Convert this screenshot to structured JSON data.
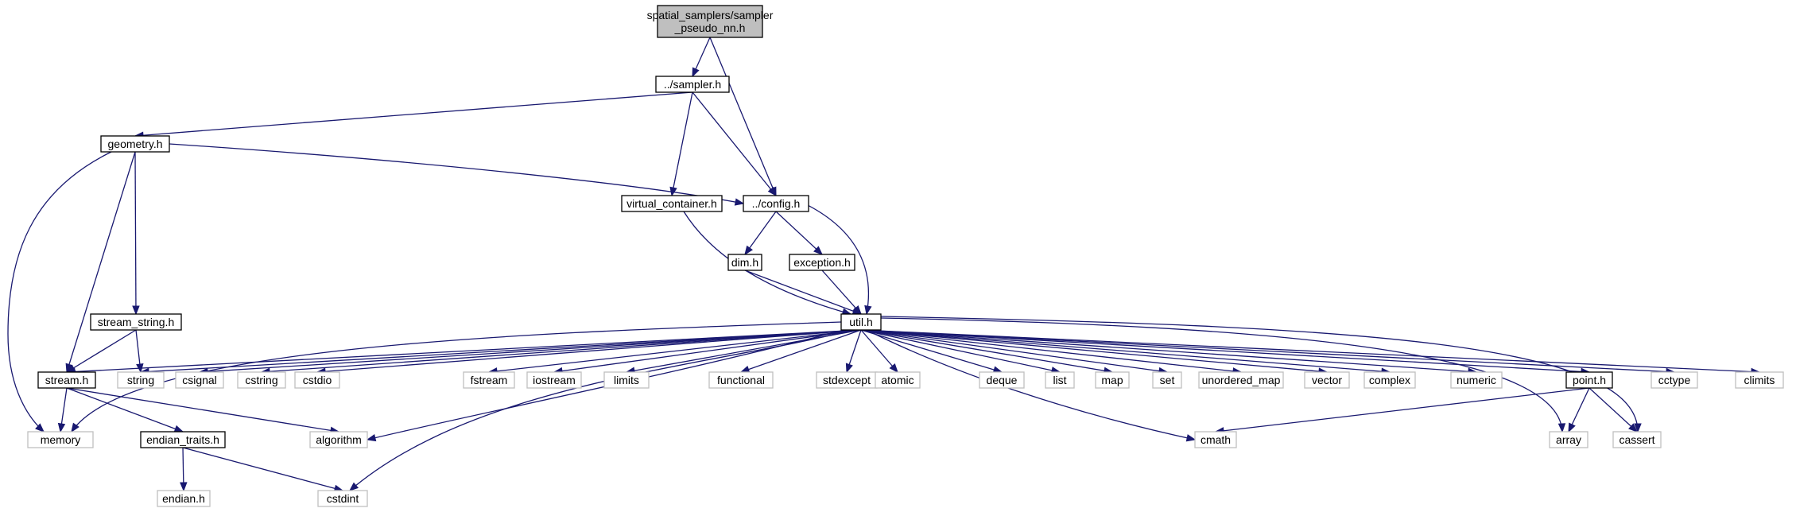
{
  "diagram": {
    "nodes": [
      {
        "id": "root",
        "kind": "root",
        "lines": [
          "spatial_samplers/sampler",
          "_pseudo_nn.h"
        ]
      },
      {
        "id": "sampler",
        "kind": "local",
        "lines": [
          "../sampler.h"
        ]
      },
      {
        "id": "geometry",
        "kind": "local",
        "lines": [
          "geometry.h"
        ]
      },
      {
        "id": "virtual_container",
        "kind": "local",
        "lines": [
          "virtual_container.h"
        ]
      },
      {
        "id": "config",
        "kind": "local",
        "lines": [
          "../config.h"
        ]
      },
      {
        "id": "dim",
        "kind": "local",
        "lines": [
          "dim.h"
        ]
      },
      {
        "id": "exception",
        "kind": "local",
        "lines": [
          "exception.h"
        ]
      },
      {
        "id": "util",
        "kind": "local",
        "lines": [
          "util.h"
        ]
      },
      {
        "id": "stream_string",
        "kind": "local",
        "lines": [
          "stream_string.h"
        ]
      },
      {
        "id": "stream",
        "kind": "local",
        "lines": [
          "stream.h"
        ]
      },
      {
        "id": "string",
        "kind": "system",
        "lines": [
          "string"
        ]
      },
      {
        "id": "csignal",
        "kind": "system",
        "lines": [
          "csignal"
        ]
      },
      {
        "id": "cstring",
        "kind": "system",
        "lines": [
          "cstring"
        ]
      },
      {
        "id": "cstdio",
        "kind": "system",
        "lines": [
          "cstdio"
        ]
      },
      {
        "id": "fstream",
        "kind": "system",
        "lines": [
          "fstream"
        ]
      },
      {
        "id": "iostream",
        "kind": "system",
        "lines": [
          "iostream"
        ]
      },
      {
        "id": "limits",
        "kind": "system",
        "lines": [
          "limits"
        ]
      },
      {
        "id": "functional",
        "kind": "system",
        "lines": [
          "functional"
        ]
      },
      {
        "id": "stdexcept",
        "kind": "system",
        "lines": [
          "stdexcept"
        ]
      },
      {
        "id": "atomic",
        "kind": "system",
        "lines": [
          "atomic"
        ]
      },
      {
        "id": "deque",
        "kind": "system",
        "lines": [
          "deque"
        ]
      },
      {
        "id": "list",
        "kind": "system",
        "lines": [
          "list"
        ]
      },
      {
        "id": "map",
        "kind": "system",
        "lines": [
          "map"
        ]
      },
      {
        "id": "set",
        "kind": "system",
        "lines": [
          "set"
        ]
      },
      {
        "id": "unordered_map",
        "kind": "system",
        "lines": [
          "unordered_map"
        ]
      },
      {
        "id": "vector",
        "kind": "system",
        "lines": [
          "vector"
        ]
      },
      {
        "id": "complex",
        "kind": "system",
        "lines": [
          "complex"
        ]
      },
      {
        "id": "numeric",
        "kind": "system",
        "lines": [
          "numeric"
        ]
      },
      {
        "id": "point",
        "kind": "local",
        "lines": [
          "point.h"
        ]
      },
      {
        "id": "cctype",
        "kind": "system",
        "lines": [
          "cctype"
        ]
      },
      {
        "id": "climits",
        "kind": "system",
        "lines": [
          "climits"
        ]
      },
      {
        "id": "memory",
        "kind": "system",
        "lines": [
          "memory"
        ]
      },
      {
        "id": "algorithm",
        "kind": "system",
        "lines": [
          "algorithm"
        ]
      },
      {
        "id": "endian_traits",
        "kind": "local",
        "lines": [
          "endian_traits.h"
        ]
      },
      {
        "id": "endian",
        "kind": "system",
        "lines": [
          "endian.h"
        ]
      },
      {
        "id": "cstdint",
        "kind": "system",
        "lines": [
          "cstdint"
        ]
      },
      {
        "id": "cmath",
        "kind": "system",
        "lines": [
          "cmath"
        ]
      },
      {
        "id": "array",
        "kind": "system",
        "lines": [
          "array"
        ]
      },
      {
        "id": "cassert",
        "kind": "system",
        "lines": [
          "cassert"
        ]
      }
    ],
    "edges": [
      [
        "root",
        "sampler"
      ],
      [
        "root",
        "config"
      ],
      [
        "sampler",
        "geometry"
      ],
      [
        "sampler",
        "virtual_container"
      ],
      [
        "sampler",
        "config"
      ],
      [
        "geometry",
        "config"
      ],
      [
        "geometry",
        "memory"
      ],
      [
        "geometry",
        "stream"
      ],
      [
        "geometry",
        "stream_string"
      ],
      [
        "virtual_container",
        "util"
      ],
      [
        "config",
        "dim"
      ],
      [
        "config",
        "exception"
      ],
      [
        "config",
        "util"
      ],
      [
        "dim",
        "util"
      ],
      [
        "exception",
        "util"
      ],
      [
        "stream_string",
        "stream"
      ],
      [
        "stream_string",
        "string"
      ],
      [
        "stream",
        "memory"
      ],
      [
        "stream",
        "algorithm"
      ],
      [
        "stream",
        "endian_traits"
      ],
      [
        "endian_traits",
        "endian"
      ],
      [
        "endian_traits",
        "cstdint"
      ],
      [
        "util",
        "stream"
      ],
      [
        "util",
        "string"
      ],
      [
        "util",
        "csignal"
      ],
      [
        "util",
        "cstring"
      ],
      [
        "util",
        "cstdio"
      ],
      [
        "util",
        "fstream"
      ],
      [
        "util",
        "iostream"
      ],
      [
        "util",
        "limits"
      ],
      [
        "util",
        "functional"
      ],
      [
        "util",
        "stdexcept"
      ],
      [
        "util",
        "atomic"
      ],
      [
        "util",
        "deque"
      ],
      [
        "util",
        "list"
      ],
      [
        "util",
        "map"
      ],
      [
        "util",
        "set"
      ],
      [
        "util",
        "unordered_map"
      ],
      [
        "util",
        "vector"
      ],
      [
        "util",
        "complex"
      ],
      [
        "util",
        "numeric"
      ],
      [
        "util",
        "point"
      ],
      [
        "util",
        "cctype"
      ],
      [
        "util",
        "climits"
      ],
      [
        "util",
        "memory"
      ],
      [
        "util",
        "algorithm"
      ],
      [
        "util",
        "cstdint"
      ],
      [
        "util",
        "cmath"
      ],
      [
        "util",
        "array"
      ],
      [
        "util",
        "cassert"
      ],
      [
        "point",
        "cmath"
      ],
      [
        "point",
        "array"
      ],
      [
        "point",
        "cassert"
      ]
    ]
  }
}
